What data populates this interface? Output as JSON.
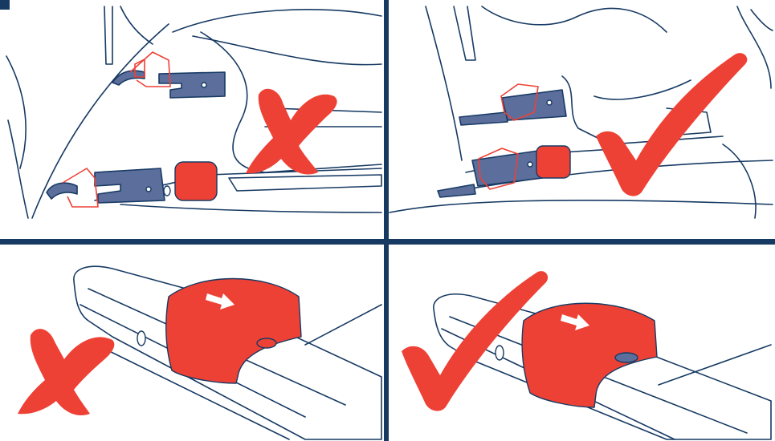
{
  "colors": {
    "divider": "#173a63",
    "outline": "#173a63",
    "latch": "#5b6e9c",
    "indicator_red": "#ee4136",
    "mark_red": "#ee4136"
  },
  "panels": [
    {
      "id": "top-left",
      "status": "incorrect",
      "mark": "cross-mark-icon",
      "indicator": "red"
    },
    {
      "id": "top-right",
      "status": "correct",
      "mark": "check-mark-icon",
      "indicator": "red"
    },
    {
      "id": "bottom-left",
      "status": "incorrect",
      "mark": "cross-mark-icon",
      "indicator": "red"
    },
    {
      "id": "bottom-right",
      "status": "correct",
      "mark": "check-mark-icon",
      "indicator": "red"
    }
  ]
}
